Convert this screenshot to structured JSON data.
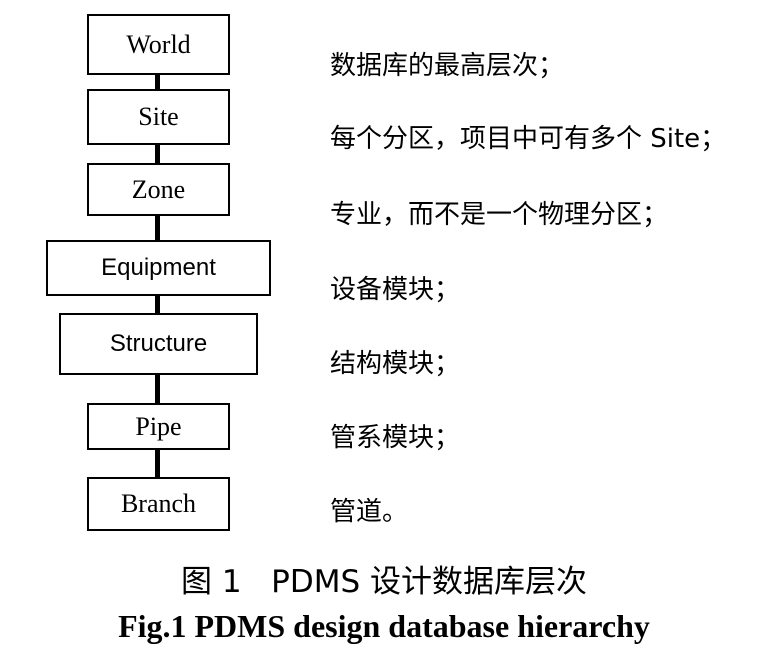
{
  "hierarchy": [
    {
      "label": "World",
      "description": "数据库的最高层次；"
    },
    {
      "label": "Site",
      "description": "每个分区，项目中可有多个 Site；"
    },
    {
      "label": "Zone",
      "description": "专业，而不是一个物理分区；"
    },
    {
      "label": "Equipment",
      "description": "设备模块；"
    },
    {
      "label": "Structure",
      "description": "结构模块；"
    },
    {
      "label": "Pipe",
      "description": "管系模块；"
    },
    {
      "label": "Branch",
      "description": "管道。"
    }
  ],
  "caption": {
    "zh": "图 1   PDMS 设计数据库层次",
    "en": "Fig.1 PDMS design database hierarchy"
  }
}
